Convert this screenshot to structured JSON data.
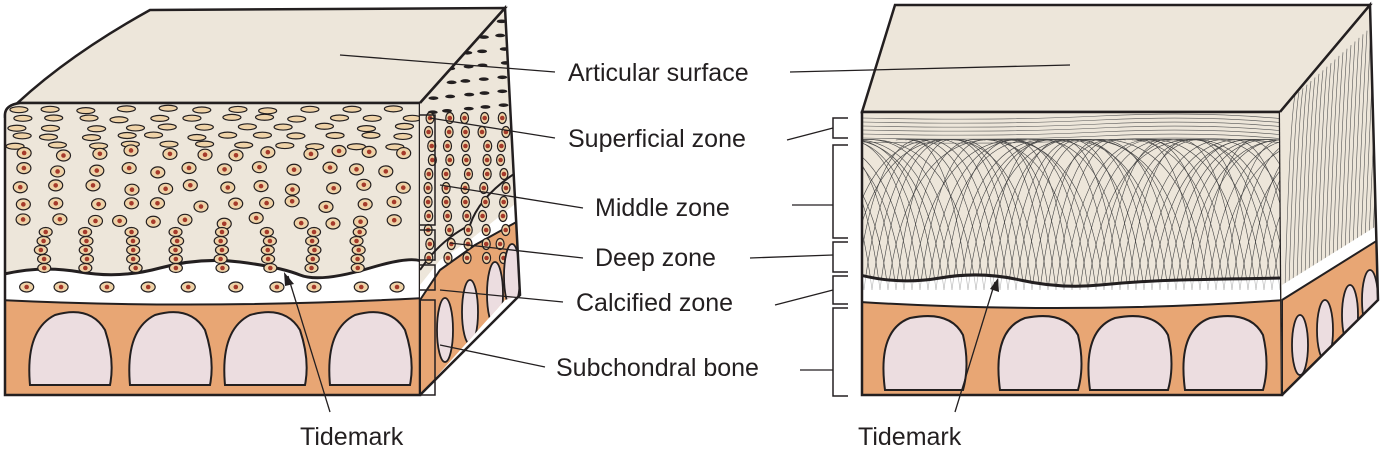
{
  "labels": {
    "articular_surface": "Articular surface",
    "superficial_zone": "Superficial zone",
    "middle_zone": "Middle zone",
    "deep_zone": "Deep zone",
    "calcified_zone": "Calcified zone",
    "subchondral_bone": "Subchondral bone",
    "tidemark_left": "Tidemark",
    "tidemark_right": "Tidemark"
  },
  "colors": {
    "cartilage": "#ede6da",
    "bone": "#e8a674",
    "marrow": "#ecdde0",
    "cell": "#efd3a8",
    "nucleus": "#a63a2a",
    "outline": "#231f20"
  }
}
